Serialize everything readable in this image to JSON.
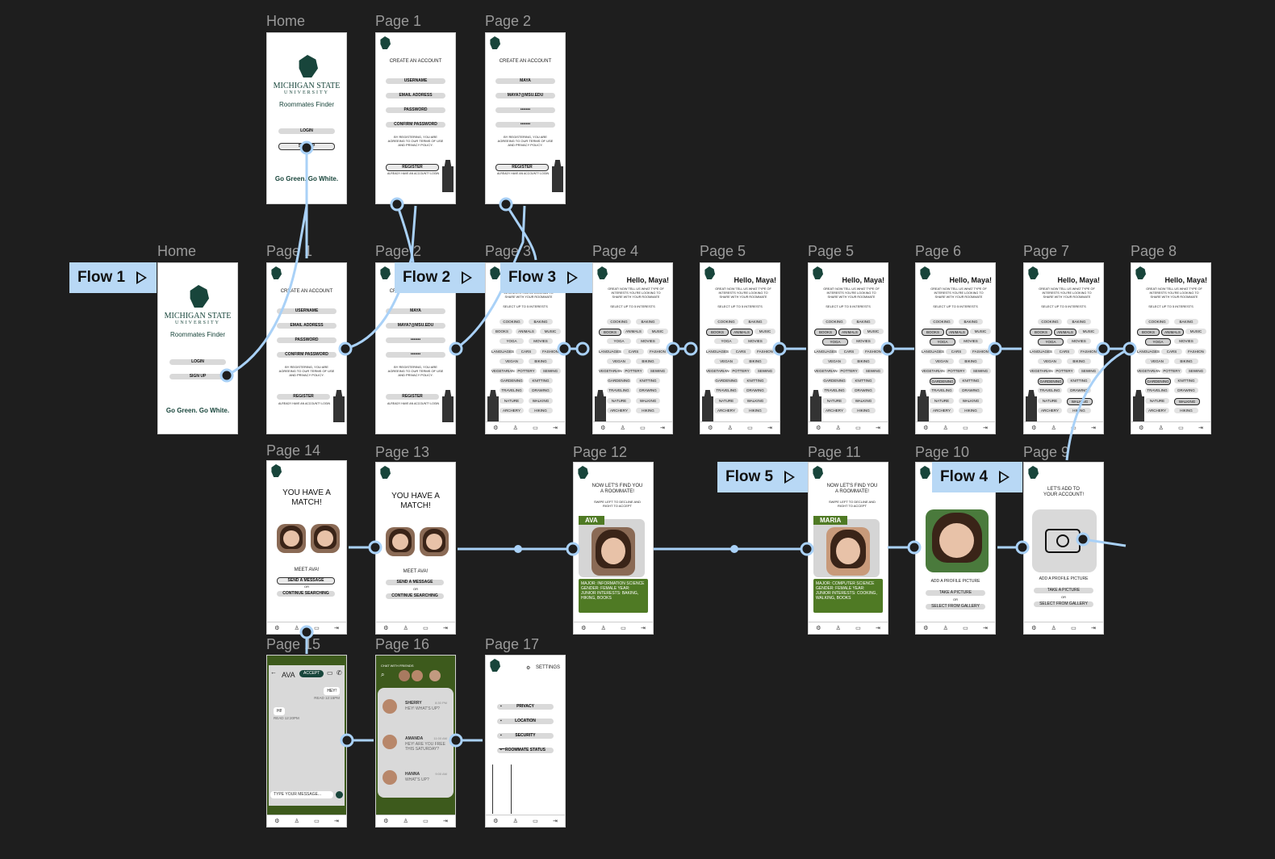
{
  "frames": {
    "home_top": {
      "label": "Home"
    },
    "p1_top": {
      "label": "Page 1"
    },
    "p2_top": {
      "label": "Page 2"
    },
    "home": {
      "label": "Home"
    },
    "p1": {
      "label": "Page 1"
    },
    "p2": {
      "label": "Page 2"
    },
    "p3": {
      "label": "Page 3"
    },
    "p4": {
      "label": "Page 4"
    },
    "p5a": {
      "label": "Page 5"
    },
    "p5b": {
      "label": "Page 5"
    },
    "p6": {
      "label": "Page 6"
    },
    "p7": {
      "label": "Page 7"
    },
    "p8": {
      "label": "Page 8"
    },
    "p14": {
      "label": "Page 14"
    },
    "p13": {
      "label": "Page 13"
    },
    "p12": {
      "label": "Page 12"
    },
    "p11": {
      "label": "Page 11"
    },
    "p10": {
      "label": "Page 10"
    },
    "p9": {
      "label": "Page 9"
    },
    "p15": {
      "label": "Page 15"
    },
    "p16": {
      "label": "Page 16"
    },
    "p17": {
      "label": "Page 17"
    }
  },
  "flows": {
    "f1": "Flow 1",
    "f2": "Flow 2",
    "f3": "Flow 3",
    "f4": "Flow 4",
    "f5": "Flow 5"
  },
  "home_screen": {
    "university": "MICHIGAN STATE",
    "university_sub": "UNIVERSITY",
    "app_name": "Roommates Finder",
    "login": "LOGIN",
    "signup": "SIGN UP",
    "slogan": "Go Green. Go White."
  },
  "create_account": {
    "title": "CREATE AN ACCOUNT",
    "username": "USERNAME",
    "email": "EMAIL ADDRESS",
    "password": "PASSWORD",
    "confirm": "CONFIRM PASSWORD",
    "terms": "BY REGISTERING, YOU ARE AGREEING TO OUR TERMS OF USE AND PRIVACY POLICY.",
    "register": "REGISTER",
    "already": "ALREADY HAVE AN ACCOUNT? LOGIN",
    "filled_username": "MAYA",
    "filled_email": "MAYA7@MSU.EDU",
    "filled_password": "•••••••",
    "filled_confirm": "•••••••"
  },
  "interests": {
    "hello": "Hello, Maya!",
    "intro": "GREAT! NOW TELL US WHAT TYPE OF INTERESTS YOU'RE LOOKING TO SHARE WITH YOUR ROOMMATE",
    "select": "SELECT UP TO 5 INTERESTS",
    "tags": [
      "COOKING",
      "BAKING",
      "BOOKS",
      "ANIMALS",
      "MUSIC",
      "YOGA",
      "MOVIES",
      "LANGUAGES",
      "CARS",
      "FASHION",
      "VEGAN",
      "BIKING",
      "VEGETARIAN",
      "POTTERY",
      "SEWING",
      "GARDENING",
      "KNITTING",
      "TRAVELING",
      "DRAWING",
      "NATURE",
      "WALKING",
      "ARCHERY",
      "HIKING"
    ]
  },
  "profile_pic": {
    "title": "LET'S ADD TO YOUR ACCOUNT!",
    "add": "ADD A PROFILE PICTURE",
    "take": "TAKE A PICTURE",
    "or": "OR",
    "gallery": "SELECT FROM GALLERY"
  },
  "find": {
    "title": "NOW LET'S FIND YOU A ROOMMATE!",
    "swipe": "SWIPE LEFT TO DECLINE AND RIGHT TO ACCEPT",
    "maria_name": "MARIA",
    "maria_info": "MAJOR: COMPUTER SCIENCE GENDER: FEMALE YEAR: JUNIOR INTERESTS: COOKING, WALKING, BOOKS",
    "ava_name": "AVA",
    "ava_info": "MAJOR: INFORMATION SCIENCE GENDER: FEMALE YEAR: JUNIOR INTERESTS: BAKING, HIKING, BOOKS"
  },
  "match": {
    "title": "YOU HAVE A MATCH!",
    "meet": "MEET AVA!",
    "send": "SEND A MESSAGE",
    "or": "OR",
    "continue": "CONTINUE SEARCHING"
  },
  "chat": {
    "name": "AVA",
    "accept": "ACCEPT",
    "hey": "HEY!",
    "read1": "READ 12:15PM",
    "hi": "HI!",
    "read2": "READ 12:20PM",
    "placeholder": "TYPE YOUR MESSAGE..."
  },
  "chat_list": {
    "header": "CHAT WITH FRIENDS",
    "items": [
      {
        "name": "SHERRY",
        "msg": "HEY! WHAT'S UP?",
        "time": "8:30 PM"
      },
      {
        "name": "AMANDA",
        "msg": "HEY! ARE YOU FREE THIS SATURDAY?",
        "time": "11:00 AM"
      },
      {
        "name": "HANNA",
        "msg": "WHAT'S UP?",
        "time": "9:00 AM"
      }
    ]
  },
  "settings": {
    "title": "SETTINGS",
    "items": [
      "PRIVACY",
      "LOCATION",
      "SECURITY",
      "ROOMMATE STATUS"
    ]
  },
  "colors": {
    "background": "#1e1e1e",
    "flow_button": "#b8d8f5",
    "connector": "#a9d1f7",
    "msu_green": "#18453b",
    "accent_green": "#4f7a24"
  }
}
